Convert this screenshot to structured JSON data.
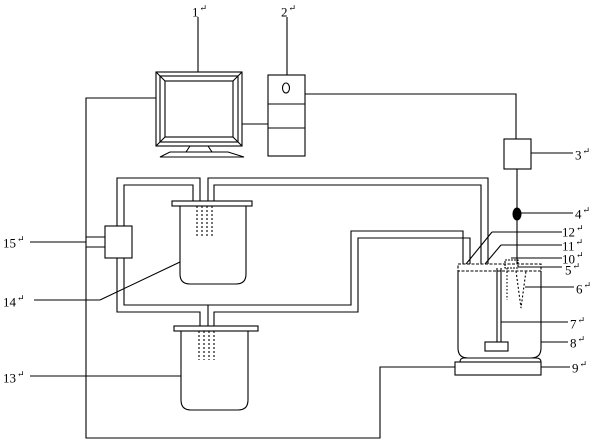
{
  "labels": {
    "l1": "1",
    "l2": "2",
    "l3": "3",
    "l4": "4",
    "l5": "5",
    "l6": "6",
    "l7": "7",
    "l8": "8",
    "l9": "9",
    "l10": "10",
    "l11": "11",
    "l12": "12",
    "l13": "13",
    "l14": "14",
    "l15": "15"
  },
  "return_mark": "↵"
}
